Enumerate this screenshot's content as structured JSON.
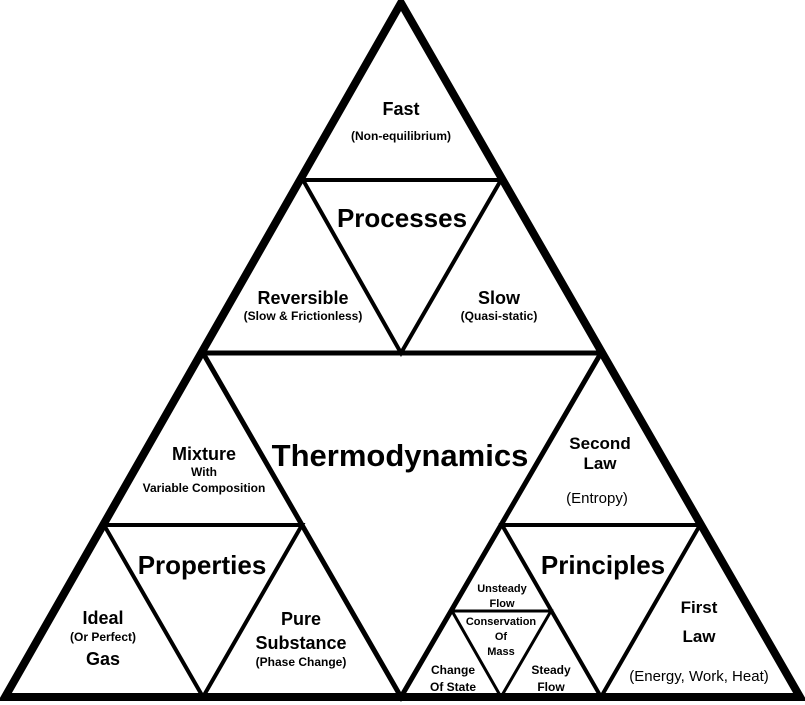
{
  "title": "Thermodynamics",
  "processes": {
    "heading": "Processes",
    "fast": {
      "label": "Fast",
      "sub": "(Non-equilibrium)"
    },
    "reversible": {
      "label": "Reversible",
      "sub": "(Slow & Frictionless)"
    },
    "slow": {
      "label": "Slow",
      "sub": "(Quasi-static)"
    }
  },
  "properties": {
    "heading": "Properties",
    "mixture": {
      "label": "Mixture",
      "line2": "With",
      "line3": "Variable Composition"
    },
    "ideal": {
      "label": "Ideal",
      "sub": "(Or Perfect)",
      "label2": "Gas"
    },
    "pure": {
      "label": "Pure",
      "label2": "Substance",
      "sub": "(Phase Change)"
    }
  },
  "principles": {
    "heading": "Principles",
    "second_law": {
      "line1": "Second",
      "line2": "Law",
      "sub": "(Entropy)"
    },
    "first_law": {
      "line1": "First",
      "line2": "Law",
      "sub": "(Energy, Work, Heat)"
    },
    "unsteady": {
      "line1": "Unsteady",
      "line2": "Flow"
    },
    "conservation": {
      "line1": "Conservation",
      "line2": "Of",
      "line3": "Mass"
    },
    "change": {
      "line1": "Change",
      "line2": "Of State"
    },
    "steady": {
      "line1": "Steady",
      "line2": "Flow"
    }
  },
  "colors": {
    "stroke": "#000000",
    "background": "#ffffff"
  }
}
